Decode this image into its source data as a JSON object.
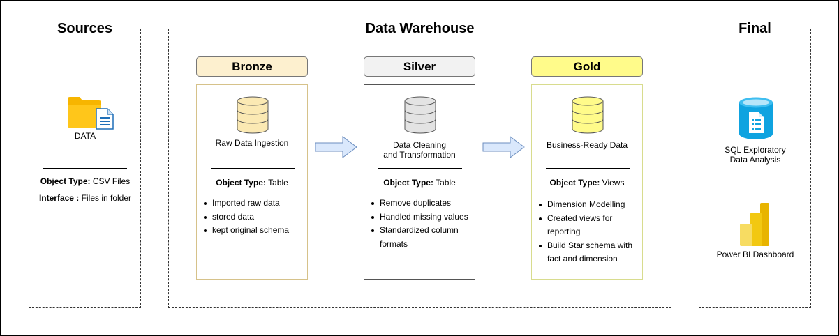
{
  "sources": {
    "title": "Sources",
    "data_label": "DATA",
    "object_type_label": "Object Type:",
    "object_type_value": "CSV Files",
    "interface_label": "Interface :",
    "interface_value": "Files in folder"
  },
  "warehouse": {
    "title": "Data Warehouse",
    "layers": [
      {
        "name": "Bronze",
        "head_color": "#fdf0cf",
        "border_color": "#d6c28a",
        "desc_line1": "Raw Data Ingestion",
        "desc_line2": "",
        "object_type_label": "Object Type:",
        "object_type_value": "Table",
        "points": [
          "Imported raw data",
          "stored data",
          "kept original schema"
        ]
      },
      {
        "name": "Silver",
        "head_color": "#f2f2f2",
        "border_color": "#555555",
        "desc_line1": "Data Cleaning",
        "desc_line2": "and Transformation",
        "object_type_label": "Object Type:",
        "object_type_value": "Table",
        "points": [
          "Remove duplicates",
          "Handled missing values",
          "Standardized column",
          "formats"
        ]
      },
      {
        "name": "Gold",
        "head_color": "#fffb8a",
        "border_color": "#d8dc8e",
        "desc_line1": "Business-Ready Data",
        "desc_line2": "",
        "object_type_label": "Object Type:",
        "object_type_value": "Views",
        "points": [
          "Dimension Modelling",
          "Created views for",
          "reporting",
          "Build Star schema with",
          "fact and dimension"
        ]
      }
    ]
  },
  "final": {
    "title": "Final",
    "sql_line1": "SQL Exploratory",
    "sql_line2": "Data Analysis",
    "powerbi_label": "Power BI Dashboard"
  },
  "colors": {
    "bronze_cylinder": "#fbe9b3",
    "silver_cylinder": "#e3e3e3",
    "gold_cylinder": "#fffb8a",
    "arrow_fill": "#dae8fc",
    "arrow_stroke": "#6c8ebf"
  },
  "icons": [
    "folder-icon",
    "document-icon",
    "database-icon",
    "sql-database-icon",
    "power-bi-icon",
    "arrow-right-icon"
  ]
}
